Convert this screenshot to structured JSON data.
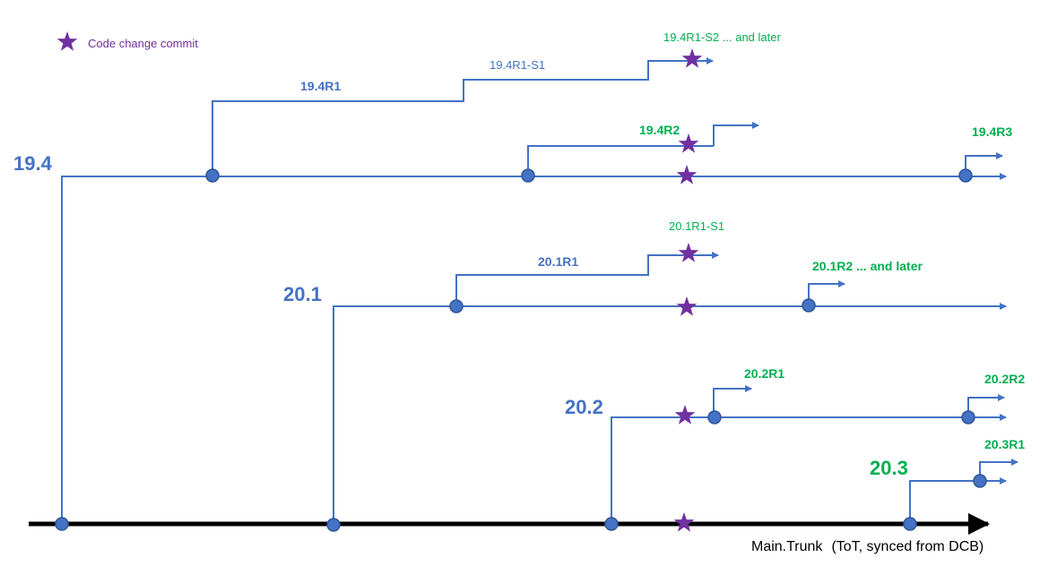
{
  "legend": {
    "label": "Code change commit",
    "icon": "star-icon",
    "color": "#7030a0"
  },
  "trunk": {
    "label_main": "Main.Trunk",
    "label_detail": "(ToT, synced from DCB)"
  },
  "branches": {
    "b19_4": {
      "label": "19.4"
    },
    "b20_1": {
      "label": "20.1"
    },
    "b20_2": {
      "label": "20.2"
    },
    "b20_3": {
      "label": "20.3"
    }
  },
  "releases": {
    "r19_4R1": "19.4R1",
    "r19_4R1_S1": "19.4R1-S1",
    "r19_4R1_S2": "19.4R1-S2  ... and later",
    "r19_4R2": "19.4R2",
    "r19_4R3": "19.4R3",
    "r20_1R1": "20.1R1",
    "r20_1R1_S1": "20.1R1-S1",
    "r20_1R2": "20.1R2 ... and later",
    "r20_2R1": "20.2R1",
    "r20_2R2": "20.2R2",
    "r20_3R1": "20.3R1"
  },
  "colors": {
    "line": "#4472c4",
    "node_fill": "#4472c4",
    "node_stroke": "#2f5597",
    "commit": "#7030a0",
    "release_green": "#00b050",
    "trunk": "#000000"
  }
}
